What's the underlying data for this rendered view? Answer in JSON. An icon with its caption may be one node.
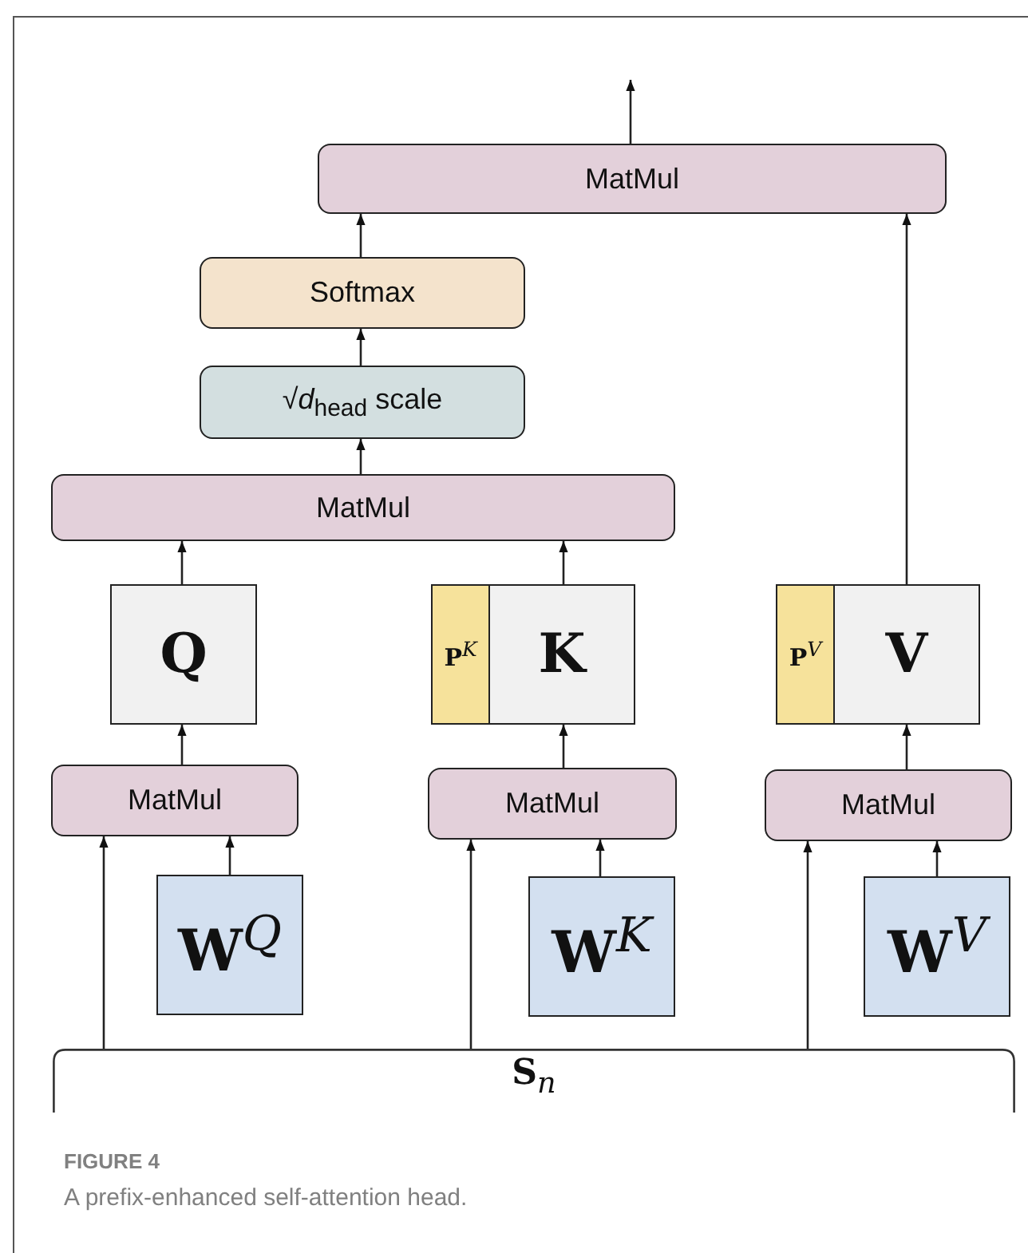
{
  "diagram": {
    "caption": "A prefix-enhanced self-attention head.",
    "nodes": [
      {
        "text": [
          "MatMul"
        ]
      },
      {
        "text": [
          "Softmax"
        ]
      },
      {
        "text": [
          "√*d*$_{head}$ scale"
        ]
      },
      {
        "text": [
          "MatMul"
        ]
      },
      {
        "text": [
          "Q"
        ]
      },
      {
        "text": [
          "**P**$^{K}$"
        ]
      },
      {
        "text": [
          "K"
        ]
      },
      {
        "text": [
          "**P**$^{V}$"
        ]
      },
      {
        "text": [
          "V"
        ]
      },
      {
        "text": [
          "MatMul"
        ]
      },
      {
        "text": [
          "MatMul"
        ]
      },
      {
        "text": [
          "MatMul"
        ]
      },
      {
        "text": [
          "**W**$^{Q}$"
        ]
      },
      {
        "text": [
          "**W**$^{K}$"
        ]
      },
      {
        "text": [
          "**W**$^{V}$"
        ]
      },
      {
        "text": [
          "**S**$_{n}$"
        ]
      }
    ],
    "edges": [
      {
        "from": 0,
        "to": null,
        "arrow": "to"
      },
      {
        "from": 1,
        "to": 0,
        "arrow": "to"
      },
      {
        "from": 2,
        "to": 1,
        "arrow": "to"
      },
      {
        "from": 3,
        "to": 2,
        "arrow": "to"
      },
      {
        "from": 4,
        "to": 3,
        "arrow": "to"
      },
      {
        "from": 6,
        "to": 3,
        "arrow": "to"
      },
      {
        "from": 8,
        "to": 0,
        "arrow": "to"
      },
      {
        "from": 9,
        "to": 4,
        "arrow": "to"
      },
      {
        "from": 10,
        "to": 6,
        "arrow": "to"
      },
      {
        "from": 11,
        "to": 8,
        "arrow": "to"
      },
      {
        "from": 12,
        "to": 9,
        "arrow": "to"
      },
      {
        "from": 13,
        "to": 10,
        "arrow": "to"
      },
      {
        "from": 14,
        "to": 11,
        "arrow": "to"
      },
      {
        "from": 15,
        "to": 9,
        "arrow": "to"
      },
      {
        "from": 15,
        "to": 10,
        "arrow": "to"
      },
      {
        "from": 15,
        "to": 11,
        "arrow": "to"
      }
    ],
    "labels": [
      "FIGURE 4"
    ]
  }
}
